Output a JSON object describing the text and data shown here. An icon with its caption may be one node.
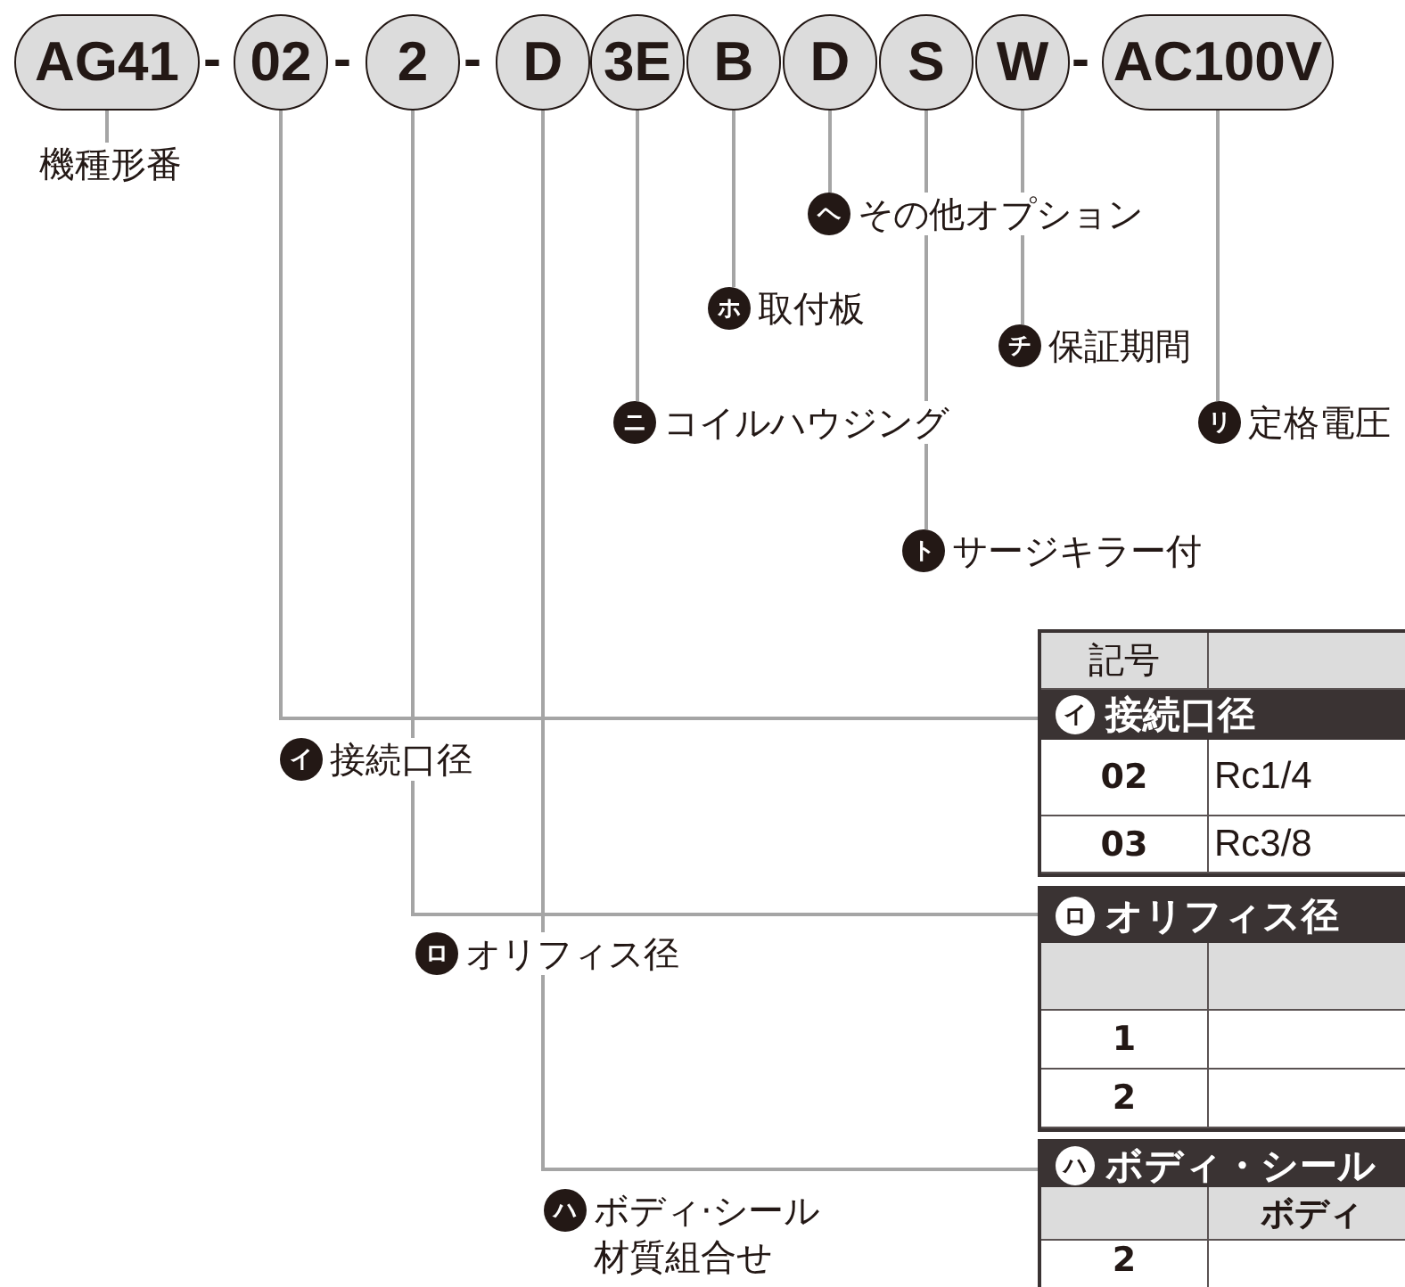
{
  "diagram": {
    "nodes": [
      {
        "text": [
          "AG41"
        ]
      },
      {
        "text": [
          "02"
        ]
      },
      {
        "text": [
          "2"
        ]
      },
      {
        "text": [
          "D"
        ]
      },
      {
        "text": [
          "3E"
        ]
      },
      {
        "text": [
          "B"
        ]
      },
      {
        "text": [
          "D"
        ]
      },
      {
        "text": [
          "S"
        ]
      },
      {
        "text": [
          "W"
        ]
      },
      {
        "text": [
          "AC100V"
        ]
      },
      {
        "text": [
          "機種形番"
        ]
      },
      {
        "text": [
          "ヘ",
          "その他オプション"
        ]
      },
      {
        "text": [
          "ホ",
          "取付板"
        ]
      },
      {
        "text": [
          "チ",
          "保証期間"
        ]
      },
      {
        "text": [
          "ニ",
          "コイルハウジング"
        ]
      },
      {
        "text": [
          "リ",
          "定格電圧"
        ]
      },
      {
        "text": [
          "ト",
          "サージキラー付"
        ]
      },
      {
        "text": [
          "記号",
          "イ",
          "接続口径",
          "02",
          "Rc1/4",
          "03",
          "Rc3/8"
        ]
      },
      {
        "text": [
          "イ",
          "接続口径"
        ]
      },
      {
        "text": [
          "ロ",
          "オリフィス径",
          "1",
          "2"
        ]
      },
      {
        "text": [
          "ロ",
          "オリフィス径"
        ]
      },
      {
        "text": [
          "ハ",
          "ボディ・シール",
          "ボディ",
          "2"
        ]
      },
      {
        "text": [
          "ハ",
          "ボディ·シール材質組合せ"
        ]
      }
    ],
    "edges": [
      {
        "from": 0,
        "to": 10,
        "arrow": "none"
      },
      {
        "from": 1,
        "to": 17,
        "arrow": "none"
      },
      {
        "from": 2,
        "to": 19,
        "arrow": "none"
      },
      {
        "from": 3,
        "to": 21,
        "arrow": "none"
      },
      {
        "from": 4,
        "to": 14,
        "arrow": "none"
      },
      {
        "from": 5,
        "to": 12,
        "arrow": "none"
      },
      {
        "from": 6,
        "to": 11,
        "arrow": "none"
      },
      {
        "from": 7,
        "to": 16,
        "arrow": "none"
      },
      {
        "from": 8,
        "to": 13,
        "arrow": "none"
      },
      {
        "from": 9,
        "to": 15,
        "arrow": "none"
      }
    ],
    "labels": [
      "-",
      "-",
      "-",
      "-"
    ]
  }
}
